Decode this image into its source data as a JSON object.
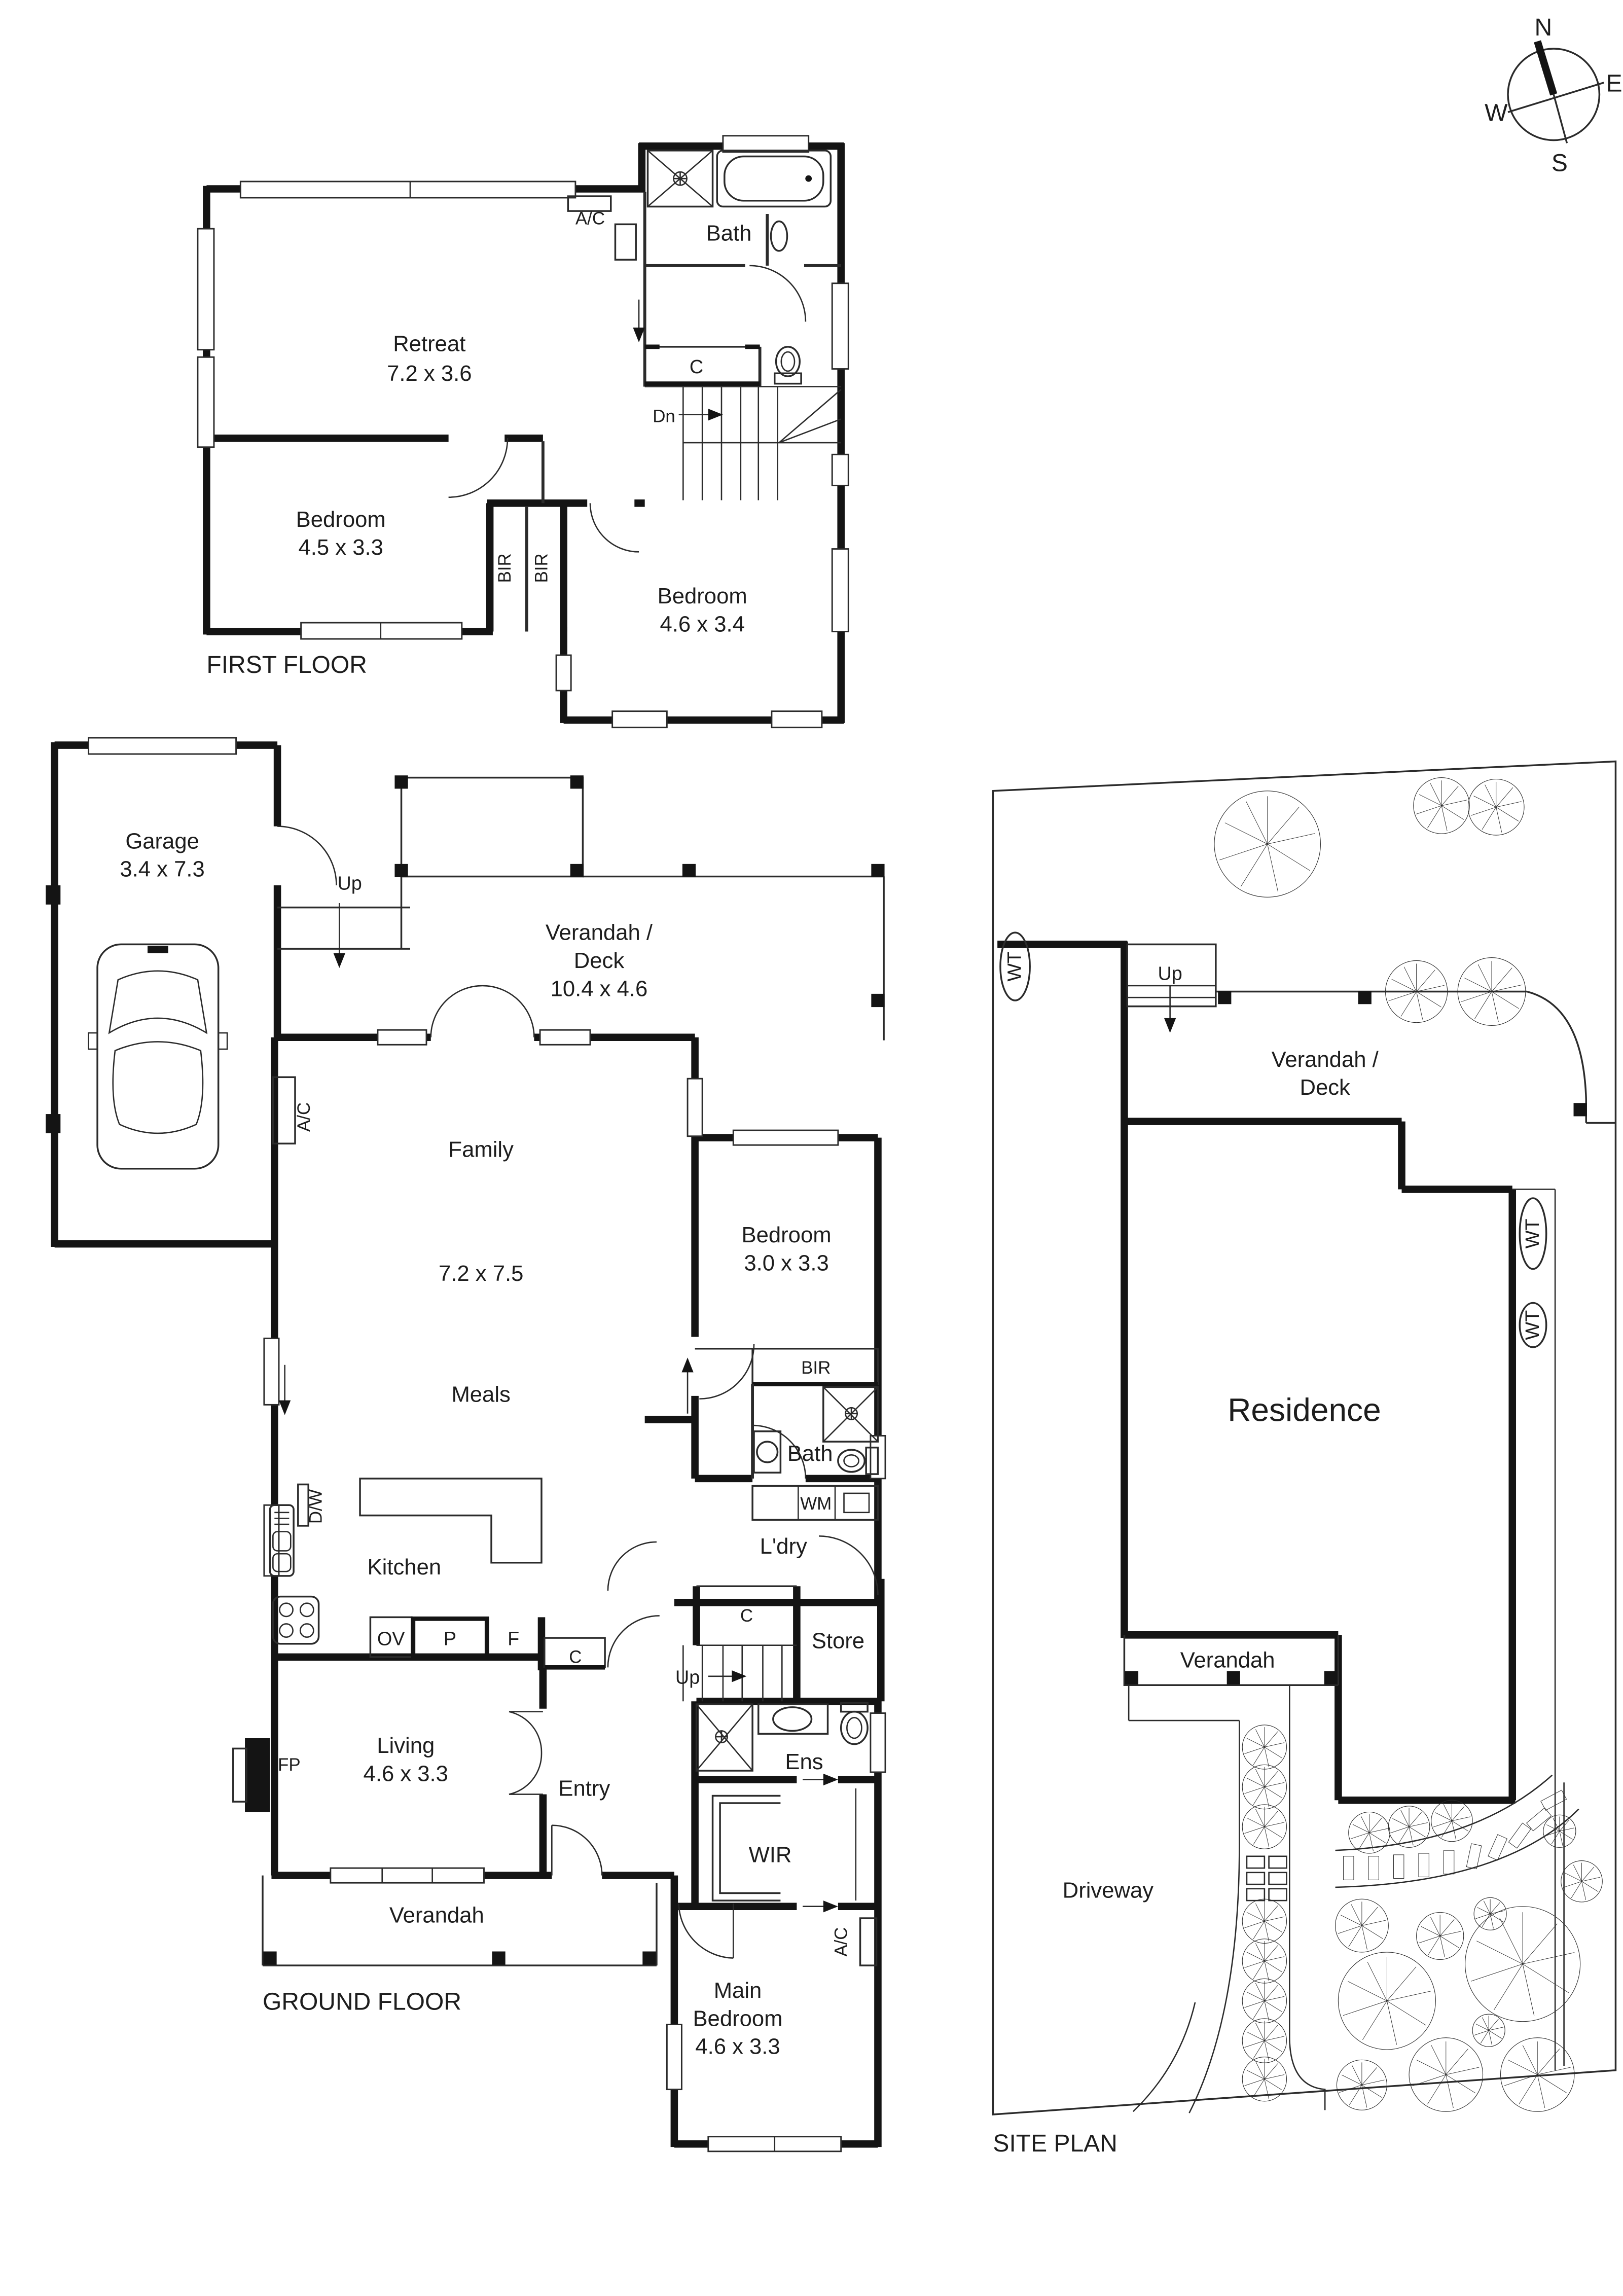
{
  "compass": {
    "n": "N",
    "e": "E",
    "s": "S",
    "w": "W"
  },
  "first_floor": {
    "title": "FIRST FLOOR",
    "retreat": "Retreat",
    "retreat_dims": "7.2 x 3.6",
    "bath": "Bath",
    "ac": "A/C",
    "closet": "C",
    "dn": "Dn",
    "bedroom1": "Bedroom",
    "bedroom1_dims": "4.5 x 3.3",
    "bir1": "BIR",
    "bir2": "BIR",
    "bedroom2": "Bedroom",
    "bedroom2_dims": "4.6 x 3.4"
  },
  "ground_floor": {
    "title": "GROUND FLOOR",
    "garage": "Garage",
    "garage_dims": "3.4 x 7.3",
    "up_deck": "Up",
    "verandah_deck_1": "Verandah /",
    "verandah_deck_2": "Deck",
    "verandah_deck_dims": "10.4 x 4.6",
    "ac_family": "A/C",
    "family": "Family",
    "family_dims": "7.2 x 7.5",
    "meals": "Meals",
    "bedroom": "Bedroom",
    "bedroom_dims": "3.0 x 3.3",
    "bir": "BIR",
    "bath": "Bath",
    "wm": "WM",
    "ldry": "L'dry",
    "dw": "D/W",
    "kitchen": "Kitchen",
    "ov": "OV",
    "p": "P",
    "f": "F",
    "closet1": "C",
    "closet2": "C",
    "up_stairs": "Up",
    "store": "Store",
    "fp": "FP",
    "living": "Living",
    "living_dims": "4.6 x 3.3",
    "entry": "Entry",
    "ens": "Ens",
    "wir": "WIR",
    "verandah": "Verandah",
    "main1": "Main",
    "main2": "Bedroom",
    "main_dims": "4.6 x 3.3",
    "ac_main": "A/C"
  },
  "site_plan": {
    "title": "SITE PLAN",
    "wt1": "WT",
    "wt2": "WT",
    "wt3": "WT",
    "up": "Up",
    "verandah_deck_1": "Verandah /",
    "verandah_deck_2": "Deck",
    "residence": "Residence",
    "verandah": "Verandah",
    "driveway": "Driveway"
  },
  "colors": {
    "line": "#141414",
    "background": "#ffffff"
  }
}
